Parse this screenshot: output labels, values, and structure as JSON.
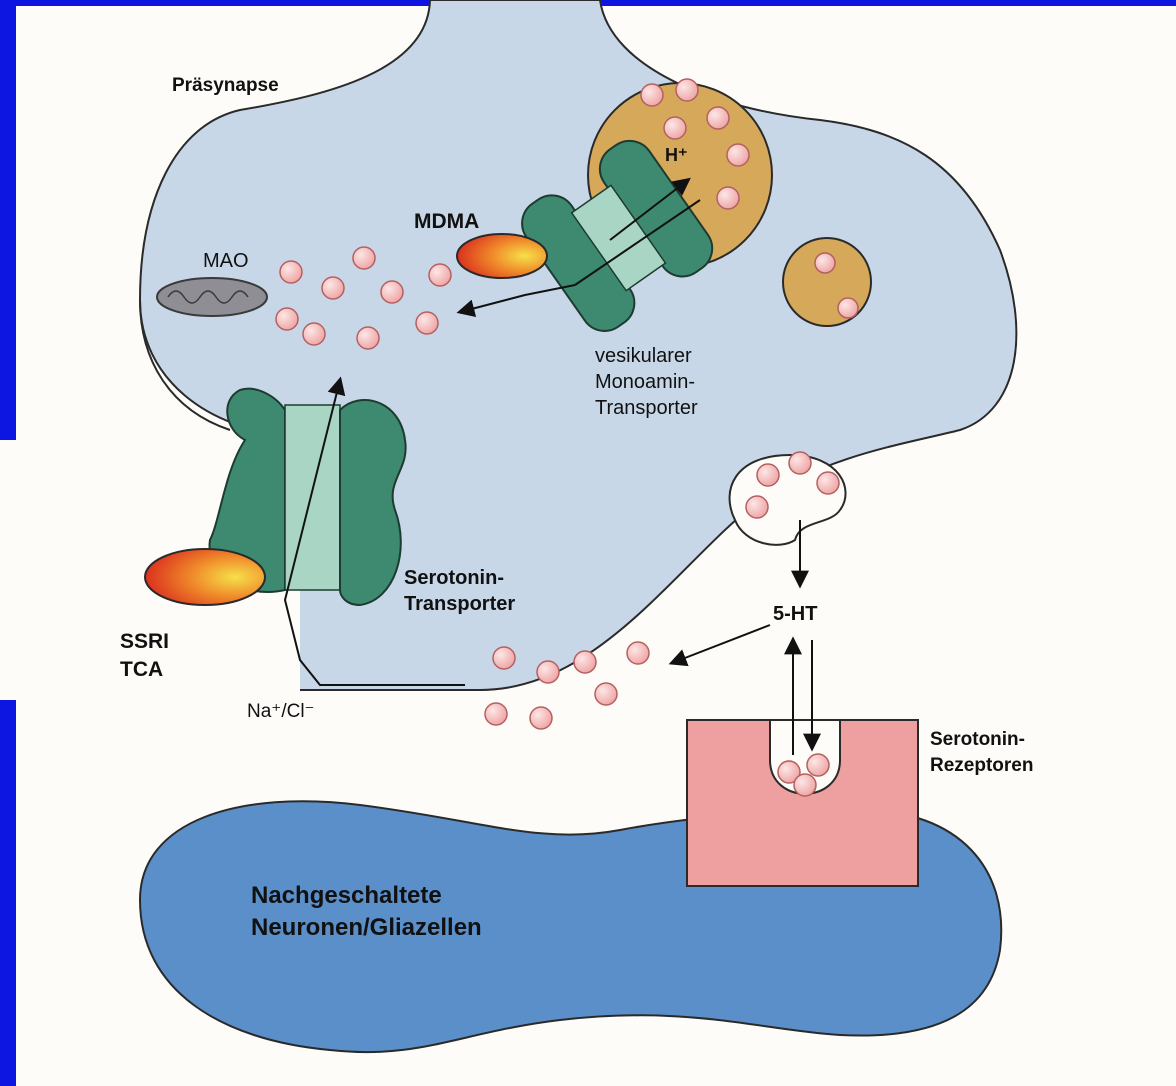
{
  "diagram": {
    "presynapse_label": "Präsynapse",
    "mdma_label": "MDMA",
    "mao_label": "MAO",
    "h_plus_label": "H⁺",
    "vmat_label_line1": "vesikularer",
    "vmat_label_line2": "Monoamin-",
    "vmat_label_line3": "Transporter",
    "sert_label_line1": "Serotonin-",
    "sert_label_line2": "Transporter",
    "ssri_label": "SSRI",
    "tca_label": "TCA",
    "ion_label": "Na⁺/Cl⁻",
    "five_ht_label": "5-HT",
    "receptor_label_line1": "Serotonin-",
    "receptor_label_line2": "Rezeptoren",
    "postsynapse_label_line1": "Nachgeschaltete",
    "postsynapse_label_line2": "Neuronen/Gliazellen"
  },
  "colors": {
    "background": "#0d16e0",
    "presynapse_fill": "#c8d7e8",
    "postsynapse_fill": "#5b8fc9",
    "transporter_fill": "#3d8a70",
    "vesicle_fill": "#d6a85a",
    "receptor_fill": "#eea0a0",
    "serotonin_molecule": "#f2b8b8"
  }
}
